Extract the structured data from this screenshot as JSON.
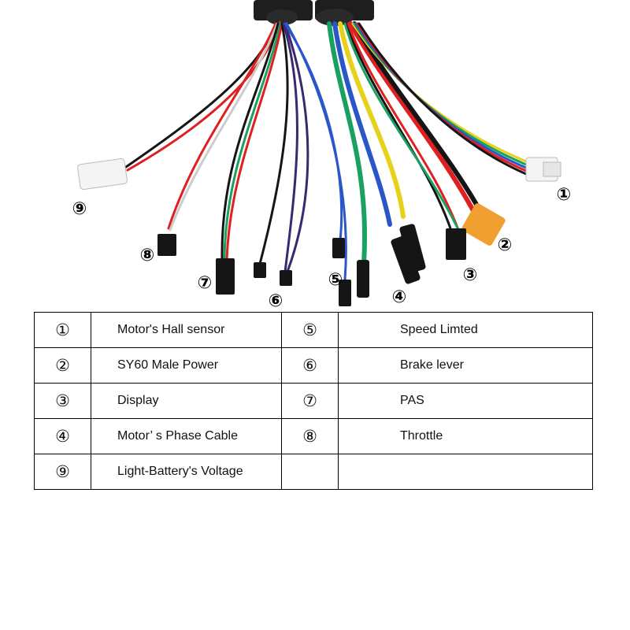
{
  "callouts": [
    "①",
    "②",
    "③",
    "④",
    "⑤",
    "⑥",
    "⑦",
    "⑧",
    "⑨"
  ],
  "legend": {
    "rows": [
      {
        "left_num": "①",
        "left_label": "Motor's Hall sensor",
        "right_num": "⑤",
        "right_label": "Speed Limted"
      },
      {
        "left_num": "②",
        "left_label": "SY60 Male Power",
        "right_num": "⑥",
        "right_label": "Brake lever"
      },
      {
        "left_num": "③",
        "left_label": "Display",
        "right_num": "⑦",
        "right_label": "PAS"
      },
      {
        "left_num": "④",
        "left_label": "Motor’ s Phase Cable",
        "right_num": "⑧",
        "right_label": "Throttle"
      },
      {
        "left_num": "⑨",
        "left_label": "Light-Battery's Voltage",
        "right_num": "",
        "right_label": ""
      }
    ]
  },
  "colors": {
    "red": "#e02020",
    "black": "#151515",
    "blue": "#2a56c8",
    "green": "#1aa060",
    "yellow": "#e6d21a",
    "purple": "#3a2870",
    "white": "#f4f4f4",
    "connector_orange": "#f0a030"
  }
}
